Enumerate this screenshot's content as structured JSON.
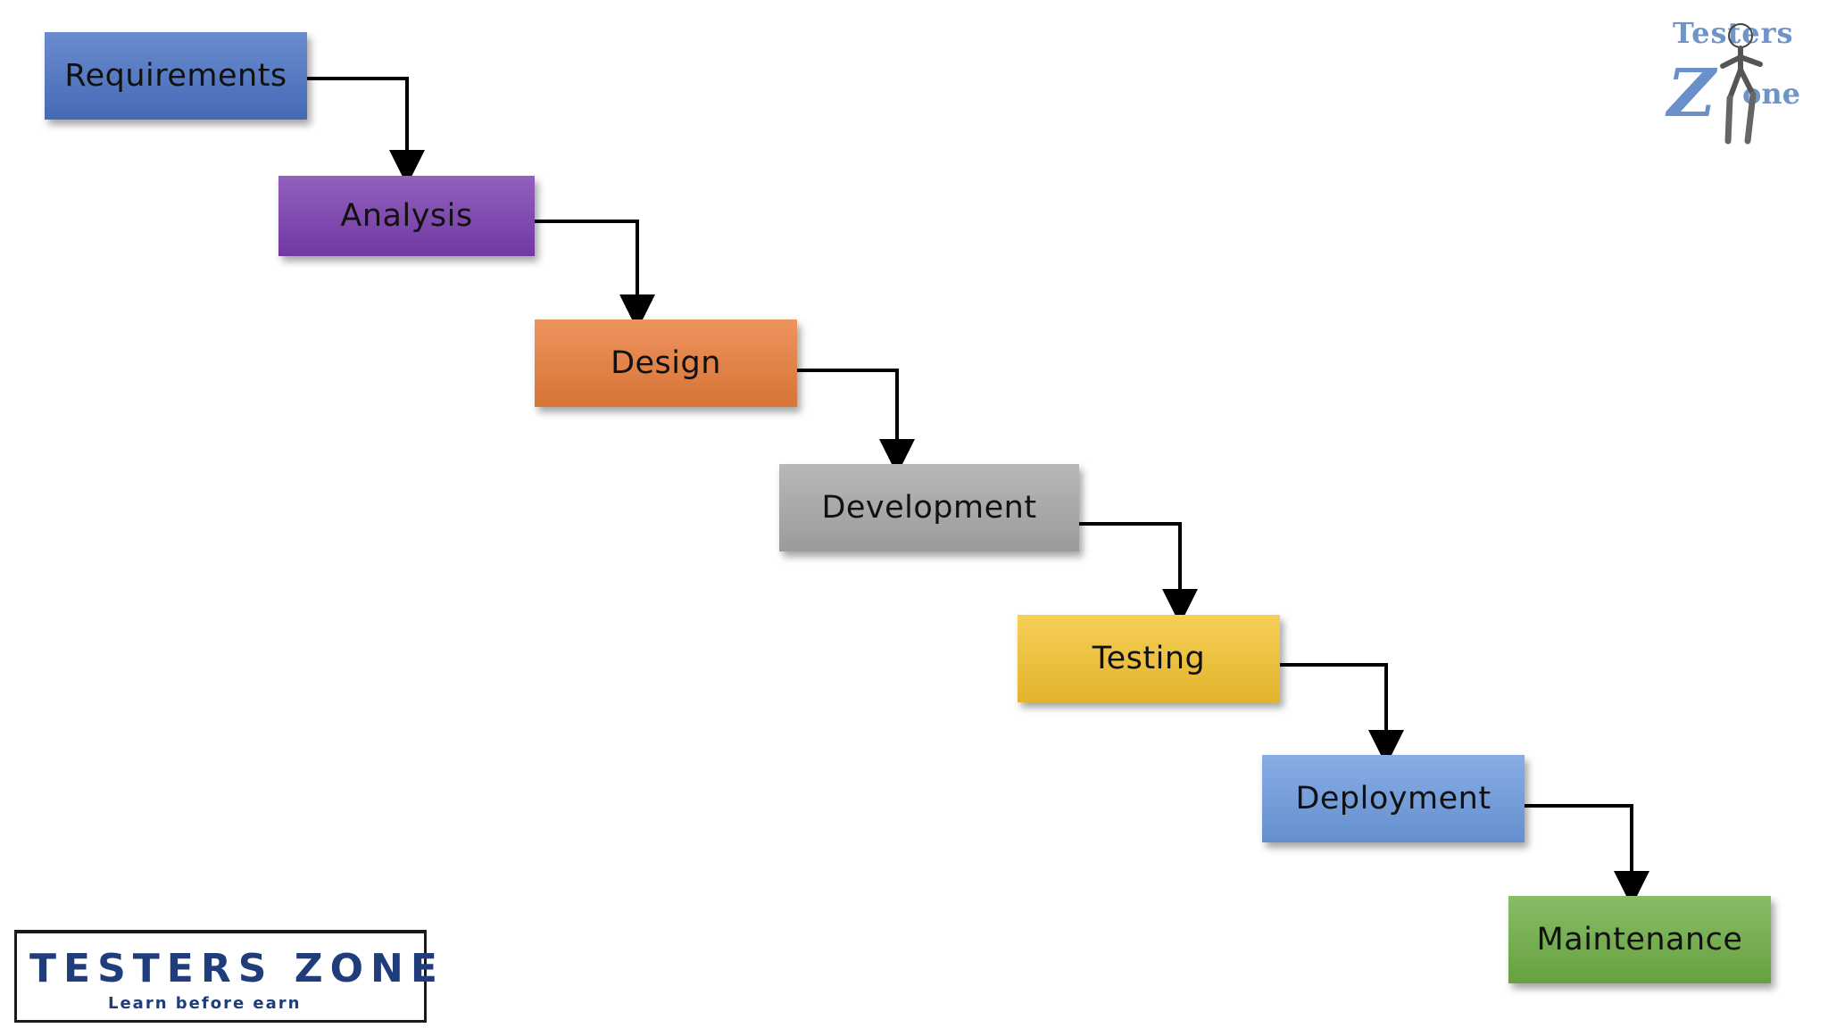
{
  "diagram": {
    "stages": [
      {
        "label": "Requirements",
        "color": "#4a72c4"
      },
      {
        "label": "Analysis",
        "color": "#7a3db0"
      },
      {
        "label": "Design",
        "color": "#e97d3a"
      },
      {
        "label": "Development",
        "color": "#a8a8a8"
      },
      {
        "label": "Testing",
        "color": "#f5c431"
      },
      {
        "label": "Deployment",
        "color": "#6d9be0"
      },
      {
        "label": "Maintenance",
        "color": "#6fae45"
      }
    ]
  },
  "logo_top": {
    "line1": "Testers",
    "z": "Z",
    "line2": "one"
  },
  "brand": {
    "title": "TESTERS ZONE",
    "tagline": "Learn before earn",
    "title_color": "#1f3d7a",
    "accent_color": "#4a8fe0"
  }
}
